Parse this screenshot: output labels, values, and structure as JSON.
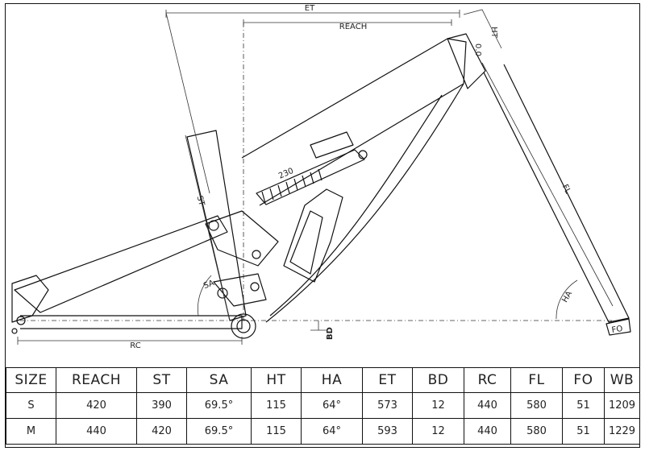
{
  "diagram": {
    "labels": {
      "et": "ET",
      "reach": "REACH",
      "ht": "HT",
      "st": "ST",
      "sa": "SA",
      "ha": "HA",
      "fl": "FL",
      "fo": "FO",
      "rc": "RC",
      "bd": "BD",
      "shock_stroke": "230",
      "offset_mark": "0.0"
    }
  },
  "table": {
    "headers": [
      "SIZE",
      "REACH",
      "ST",
      "SA",
      "HT",
      "HA",
      "ET",
      "BD",
      "RC",
      "FL",
      "FO",
      "WB"
    ],
    "rows": [
      [
        "S",
        "420",
        "390",
        "69.5°",
        "115",
        "64°",
        "573",
        "12",
        "440",
        "580",
        "51",
        "1209"
      ],
      [
        "M",
        "440",
        "420",
        "69.5°",
        "115",
        "64°",
        "593",
        "12",
        "440",
        "580",
        "51",
        "1229"
      ]
    ]
  }
}
